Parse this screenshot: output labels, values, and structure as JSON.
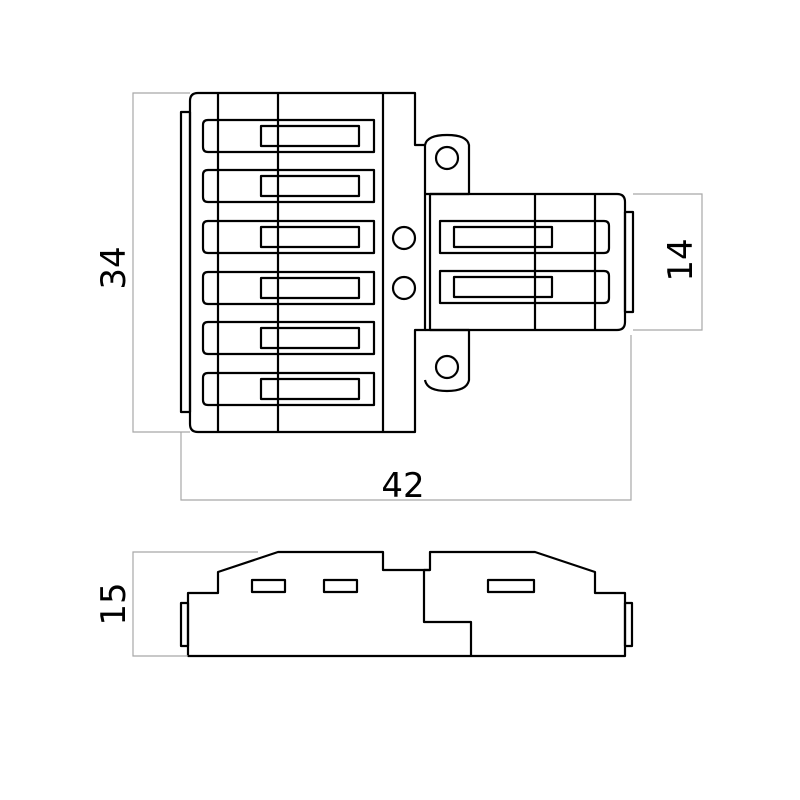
{
  "dimensions": {
    "height_top": "34",
    "width_total": "42",
    "height_right": "14",
    "thickness": "15"
  },
  "colors": {
    "outline": "#000000",
    "dimension_line": "#a8a8a8",
    "background": "#ffffff"
  }
}
